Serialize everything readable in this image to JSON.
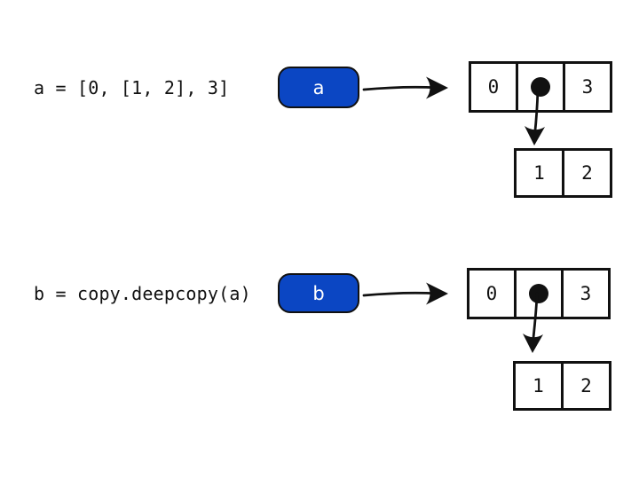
{
  "canvas": {
    "background": "#ffffff",
    "ink": "#111111",
    "accent_blue": "#0b46c3",
    "box_text_color": "#ffffff"
  },
  "rows": [
    {
      "code": "a = [0, [1, 2], 3]",
      "var_label": "a",
      "outer_cells": [
        "0",
        "3"
      ],
      "pointer_icon": "ref-dot",
      "inner_cells": [
        "1",
        "2"
      ]
    },
    {
      "code": "b = copy.deepcopy(a)",
      "var_label": "b",
      "outer_cells": [
        "0",
        "3"
      ],
      "pointer_icon": "ref-dot",
      "inner_cells": [
        "1",
        "2"
      ]
    }
  ]
}
